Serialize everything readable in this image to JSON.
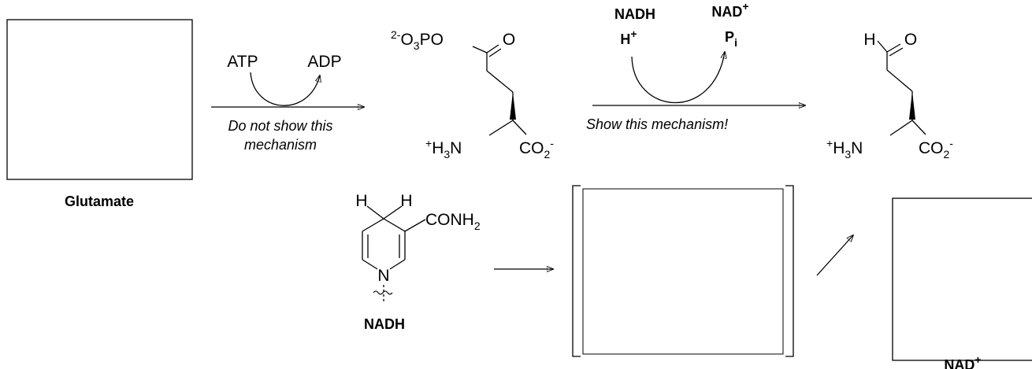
{
  "boxes": {
    "glutamate_label": "Glutamate",
    "nad_label_main": "NAD",
    "nad_label_sup": "+"
  },
  "step1": {
    "reagent_in": "ATP",
    "reagent_out": "ADP",
    "note_line1": "Do not show this",
    "note_line2": "mechanism"
  },
  "acylphosphate": {
    "charge": "2-",
    "group_a": "O",
    "group_sub": "3",
    "group_b": "PO",
    "carbonyl_o": "O",
    "amine_sup": "+",
    "amine_a": "H",
    "amine_sub": "3",
    "amine_b": "N",
    "carboxyl_a": "CO",
    "carboxyl_sub": "2",
    "carboxyl_sup": "-"
  },
  "step2": {
    "reagent_in_1": "NADH",
    "reagent_in_2": "H",
    "reagent_in_2_sup": "+",
    "reagent_out_1": "NAD",
    "reagent_out_1_sup": "+",
    "reagent_out_2": "P",
    "reagent_out_2_sub": "i",
    "note": "Show this mechanism!"
  },
  "aldehyde": {
    "h": "H",
    "carbonyl_o": "O",
    "amine_sup": "+",
    "amine_a": "H",
    "amine_sub": "3",
    "amine_b": "N",
    "carboxyl_a": "CO",
    "carboxyl_sub": "2",
    "carboxyl_sup": "-"
  },
  "nadh": {
    "h1": "H",
    "h2": "H",
    "amide_a": "CONH",
    "amide_sub": "2",
    "n": "N",
    "label": "NADH"
  }
}
